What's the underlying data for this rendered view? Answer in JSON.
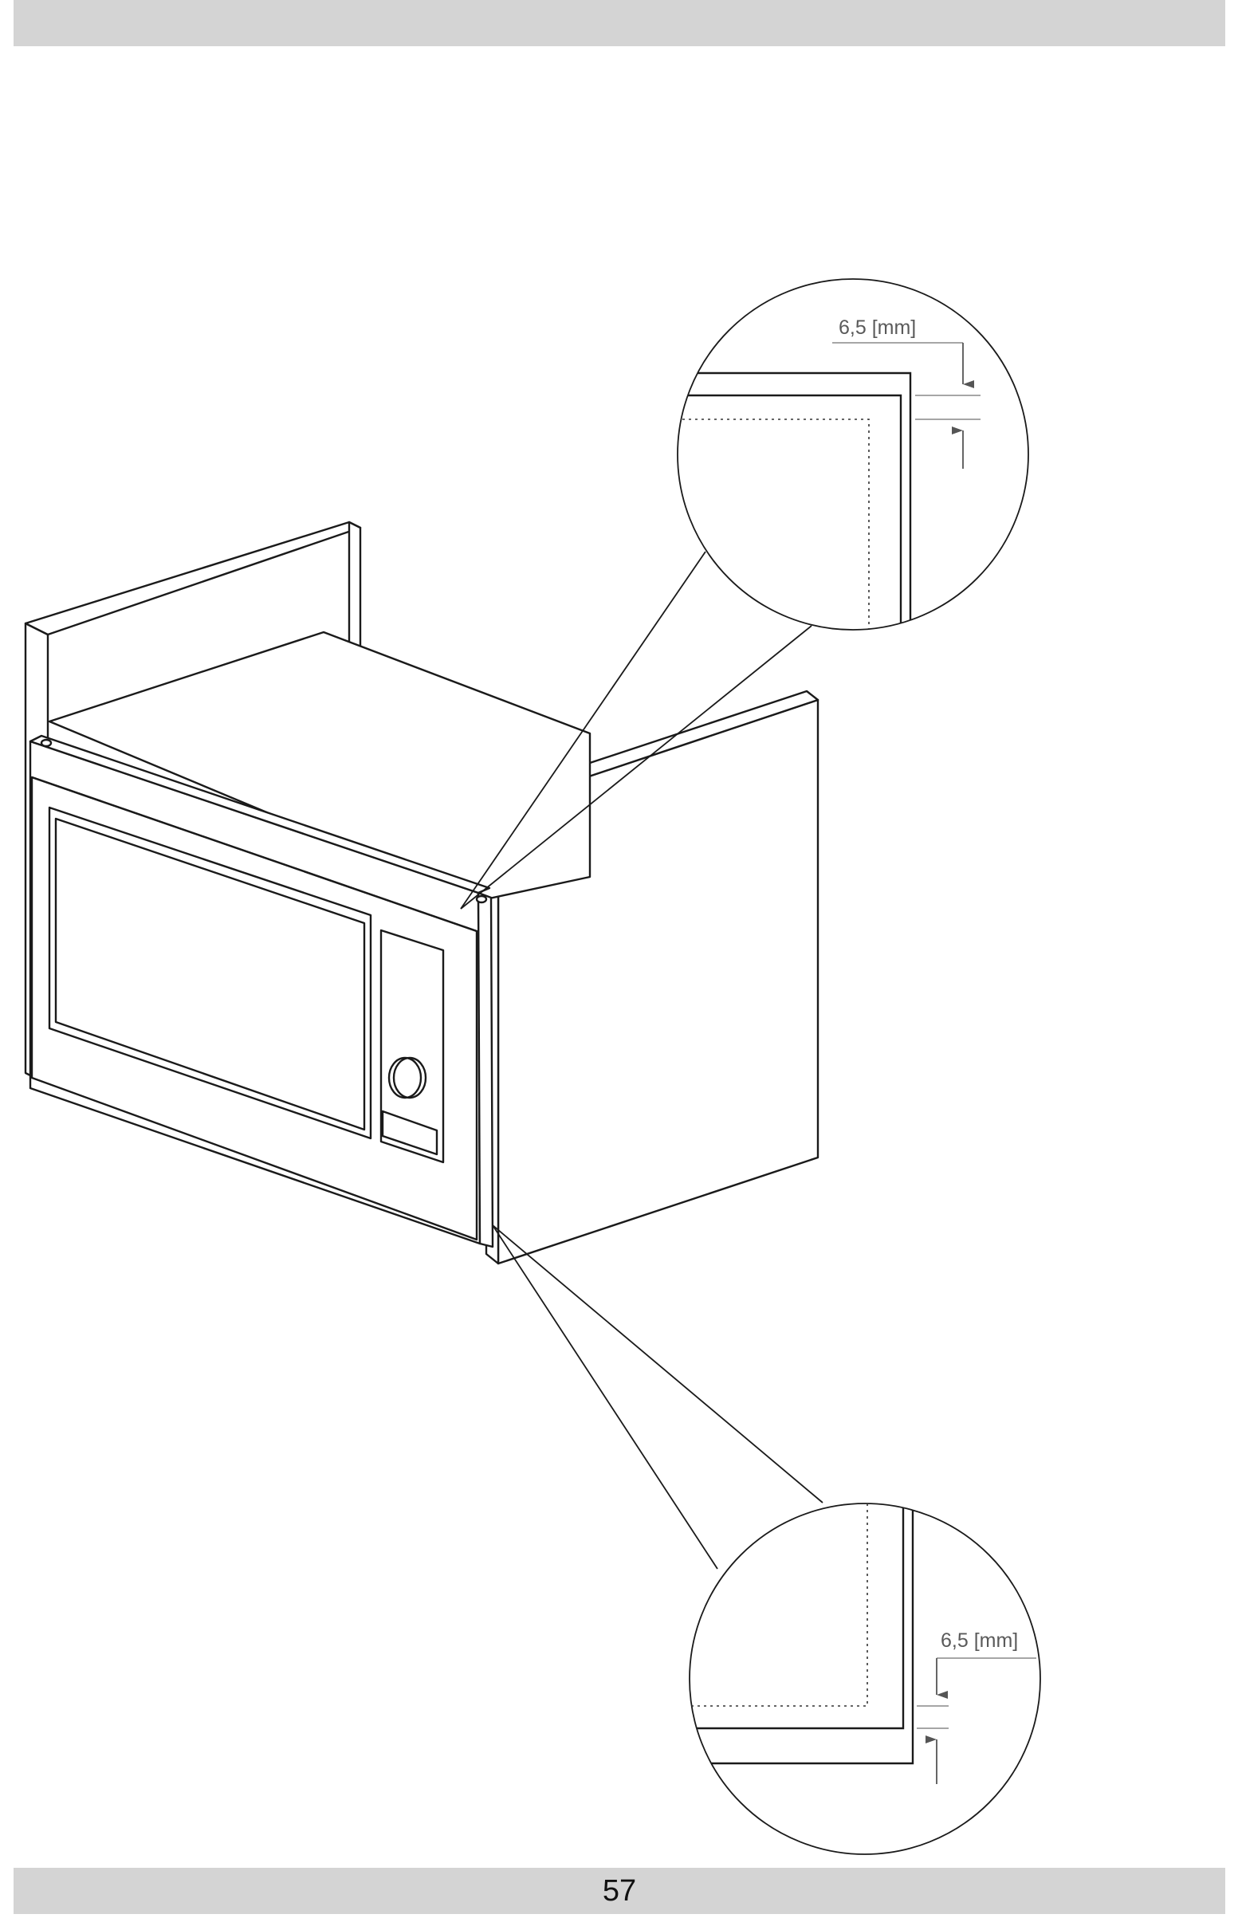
{
  "page": {
    "number": "57"
  },
  "drawing": {
    "detail_top": {
      "dimension_label": "6,5 [mm]"
    },
    "detail_bottom": {
      "dimension_label": "6,5 [mm]"
    },
    "icons": [
      "microwave-illustration",
      "cabinet-illustration",
      "dimension-arrow-icon"
    ]
  }
}
